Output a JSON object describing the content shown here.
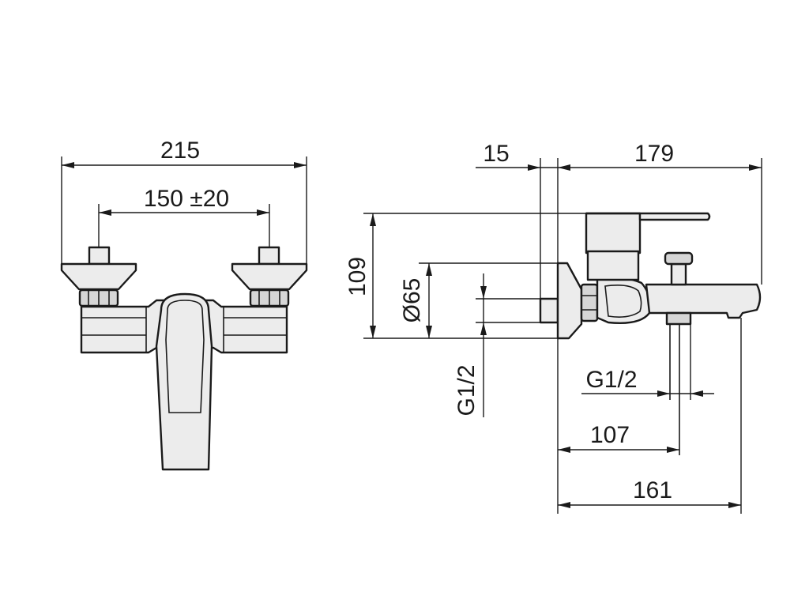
{
  "front_view": {
    "overall_width": "215",
    "centers": "150 ±20"
  },
  "side_view": {
    "wall_offset": "15",
    "depth": "179",
    "height": "109",
    "flange_diameter": "Ø65",
    "inlet_thread": "G1/2",
    "outlet_thread": "G1/2",
    "outlet_distance": "107",
    "spout_distance": "161"
  }
}
